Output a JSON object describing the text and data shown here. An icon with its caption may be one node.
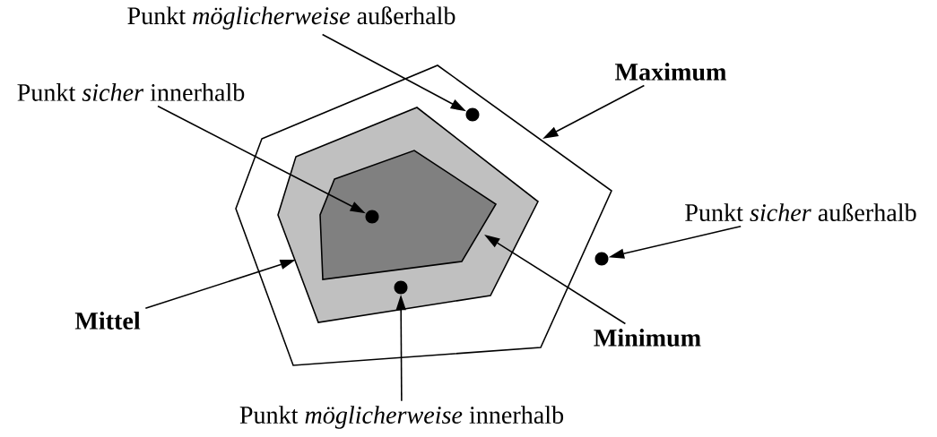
{
  "diagram": {
    "nodes": [
      {
        "text": [
          "Punkt *möglicherweise* außerhalb"
        ]
      },
      {
        "text": [
          "Maximum"
        ]
      },
      {
        "text": [
          "Punkt *sicher* innerhalb"
        ]
      },
      {
        "text": [
          "Punkt *sicher* außerhalb"
        ]
      },
      {
        "text": [
          "Mittel"
        ]
      },
      {
        "text": [
          "Minimum"
        ]
      },
      {
        "text": [
          "Punkt *möglicherweise* innerhalb"
        ]
      },
      {
        "text": [],
        "shape": "hexagon"
      },
      {
        "text": [],
        "shape": "hexagon",
        "in": 7
      },
      {
        "text": [],
        "shape": "hexagon",
        "in": 8
      },
      {
        "text": [],
        "shape": "circle",
        "in": 7
      },
      {
        "text": [],
        "shape": "circle",
        "in": 9
      },
      {
        "text": [],
        "shape": "circle"
      },
      {
        "text": [],
        "shape": "circle",
        "in": 8
      }
    ],
    "edges": [
      {
        "from": 0,
        "to": 10,
        "arrow": "to"
      },
      {
        "from": 1,
        "to": 7,
        "arrow": "to"
      },
      {
        "from": 2,
        "to": 11,
        "arrow": "to"
      },
      {
        "from": 3,
        "to": 12,
        "arrow": "to"
      },
      {
        "from": 4,
        "to": 8,
        "arrow": "to"
      },
      {
        "from": 5,
        "to": 9,
        "arrow": "to"
      },
      {
        "from": 6,
        "to": 13,
        "arrow": "to"
      }
    ]
  }
}
